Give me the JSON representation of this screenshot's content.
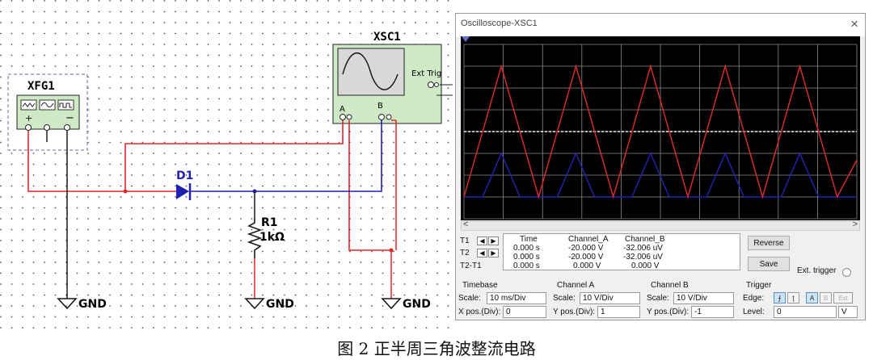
{
  "schematic": {
    "function_generator": {
      "name": "XFG1",
      "terminals": [
        "+",
        "−"
      ]
    },
    "oscilloscope": {
      "name": "XSC1",
      "ext_trig_label": "Ext Trig",
      "channel_a": "A",
      "channel_b": "B"
    },
    "diode": {
      "name": "D1"
    },
    "resistor": {
      "name": "R1",
      "value": "1kΩ"
    },
    "ground_label": "GND",
    "colors": {
      "red_wire": "#e0272a",
      "blue_wire": "#1f1fb4",
      "ground_wire": "#1a1a1a"
    }
  },
  "scope_window": {
    "title": "Oscilloscope-XSC1",
    "close_glyph": "×",
    "scroll_left": "<",
    "scroll_right": ">",
    "cursor_table": {
      "row_labels": [
        "T1",
        "T2",
        "T2-T1"
      ],
      "arrow_left": "◀",
      "arrow_right": "▶",
      "headers": [
        "Time",
        "Channel_A",
        "Channel_B"
      ],
      "rows": [
        [
          "0.000 s",
          "-20.000 V",
          "-32.006 uV"
        ],
        [
          "0.000 s",
          "-20.000 V",
          "-32.006 uV"
        ],
        [
          "0.000 s",
          "0.000 V",
          "0.000 V"
        ]
      ]
    },
    "reverse_label": "Reverse",
    "save_label": "Save",
    "ext_trigger_label": "Ext. trigger",
    "timebase": {
      "title": "Timebase",
      "scale_label": "Scale:",
      "scale": "10 ms/Div",
      "pos_label": "X pos.(Div):",
      "pos": "0"
    },
    "channel_a": {
      "title": "Channel A",
      "scale_label": "Scale:",
      "scale": "10  V/Div",
      "pos_label": "Y pos.(Div):",
      "pos": "1"
    },
    "channel_b": {
      "title": "Channel B",
      "scale_label": "Scale:",
      "scale": "10  V/Div",
      "pos_label": "Y pos.(Div):",
      "pos": "-1"
    },
    "trigger": {
      "title": "Trigger",
      "edge_label": "Edge:",
      "level_label": "Level:",
      "level": "0",
      "level_unit": "V",
      "buttons": [
        "⨍",
        "ʈ",
        "A",
        "B",
        "Ext"
      ]
    }
  },
  "chart_data": {
    "type": "line",
    "x_divisions": 10,
    "y_divisions": 8,
    "series": [
      {
        "color": "#d42a2a",
        "x": [
          0,
          0.95,
          1.9,
          2.85,
          3.8,
          4.75,
          5.7,
          6.65,
          7.6,
          8.55,
          9.5,
          10
        ],
        "y": [
          -3,
          3,
          -3,
          3,
          -3,
          3,
          -3,
          3,
          -3,
          3,
          -3,
          -1.3
        ]
      },
      {
        "color": "#2222aa",
        "x": [
          0,
          0.475,
          0.95,
          1.425,
          1.9,
          2.375,
          2.85,
          3.325,
          3.8,
          4.275,
          4.75,
          5.225,
          5.7,
          6.175,
          6.65,
          7.125,
          7.6,
          8.075,
          8.55,
          9.025,
          9.5,
          10
        ],
        "y": [
          -3,
          -3,
          -1,
          -3,
          -3,
          -3,
          -1,
          -3,
          -3,
          -3,
          -1,
          -3,
          -3,
          -3,
          -1,
          -3,
          -3,
          -3,
          -1,
          -3,
          -3,
          -3
        ]
      }
    ],
    "trigger_level_line": {
      "color": "#f0f0f0",
      "y": 0
    }
  },
  "caption": "图 2 正半周三角波整流电路"
}
